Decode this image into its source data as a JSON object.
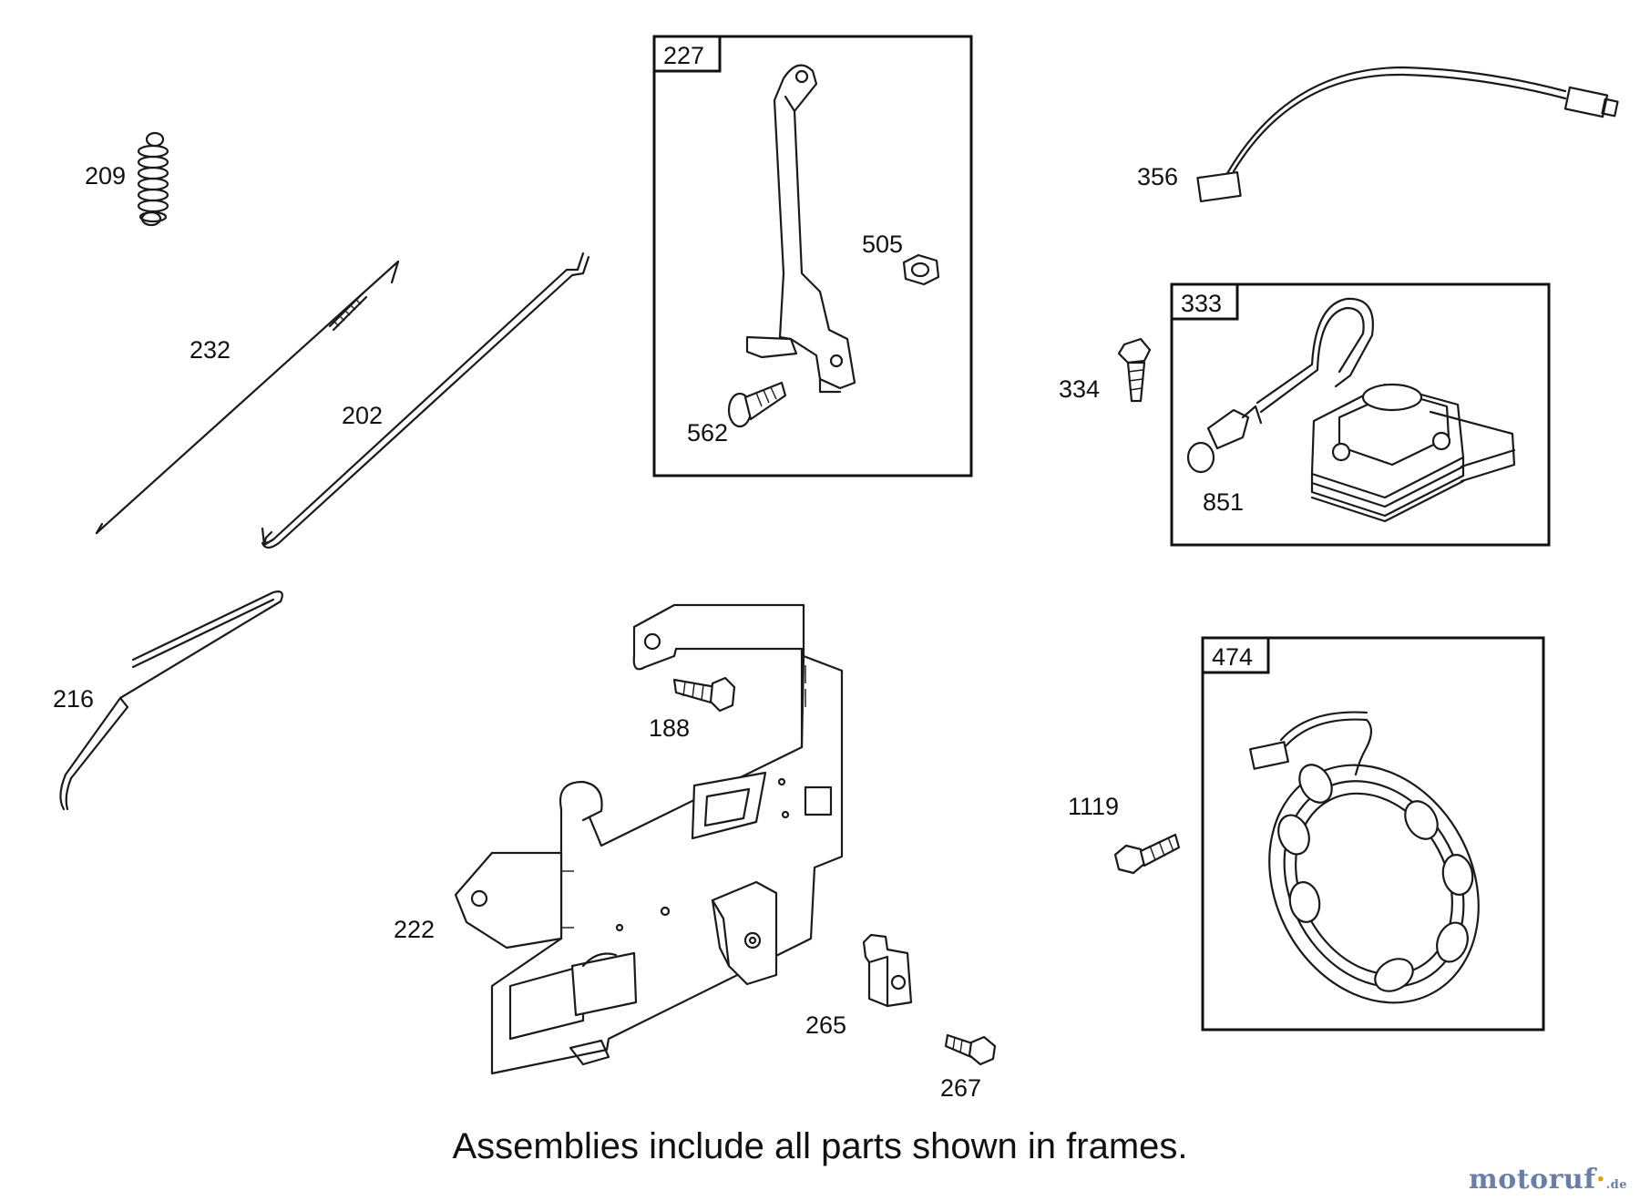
{
  "caption": "Assemblies include all parts shown in frames.",
  "watermark": {
    "main": "motoruf",
    "tld": ".de"
  },
  "frames": [
    {
      "id": "227"
    },
    {
      "id": "333"
    },
    {
      "id": "474"
    }
  ],
  "labels": {
    "p209": "209",
    "p232": "232",
    "p202": "202",
    "p216": "216",
    "p505": "505",
    "p562": "562",
    "p356": "356",
    "p334": "334",
    "p851": "851",
    "p188": "188",
    "p222": "222",
    "p265": "265",
    "p267": "267",
    "p1119": "1119"
  }
}
